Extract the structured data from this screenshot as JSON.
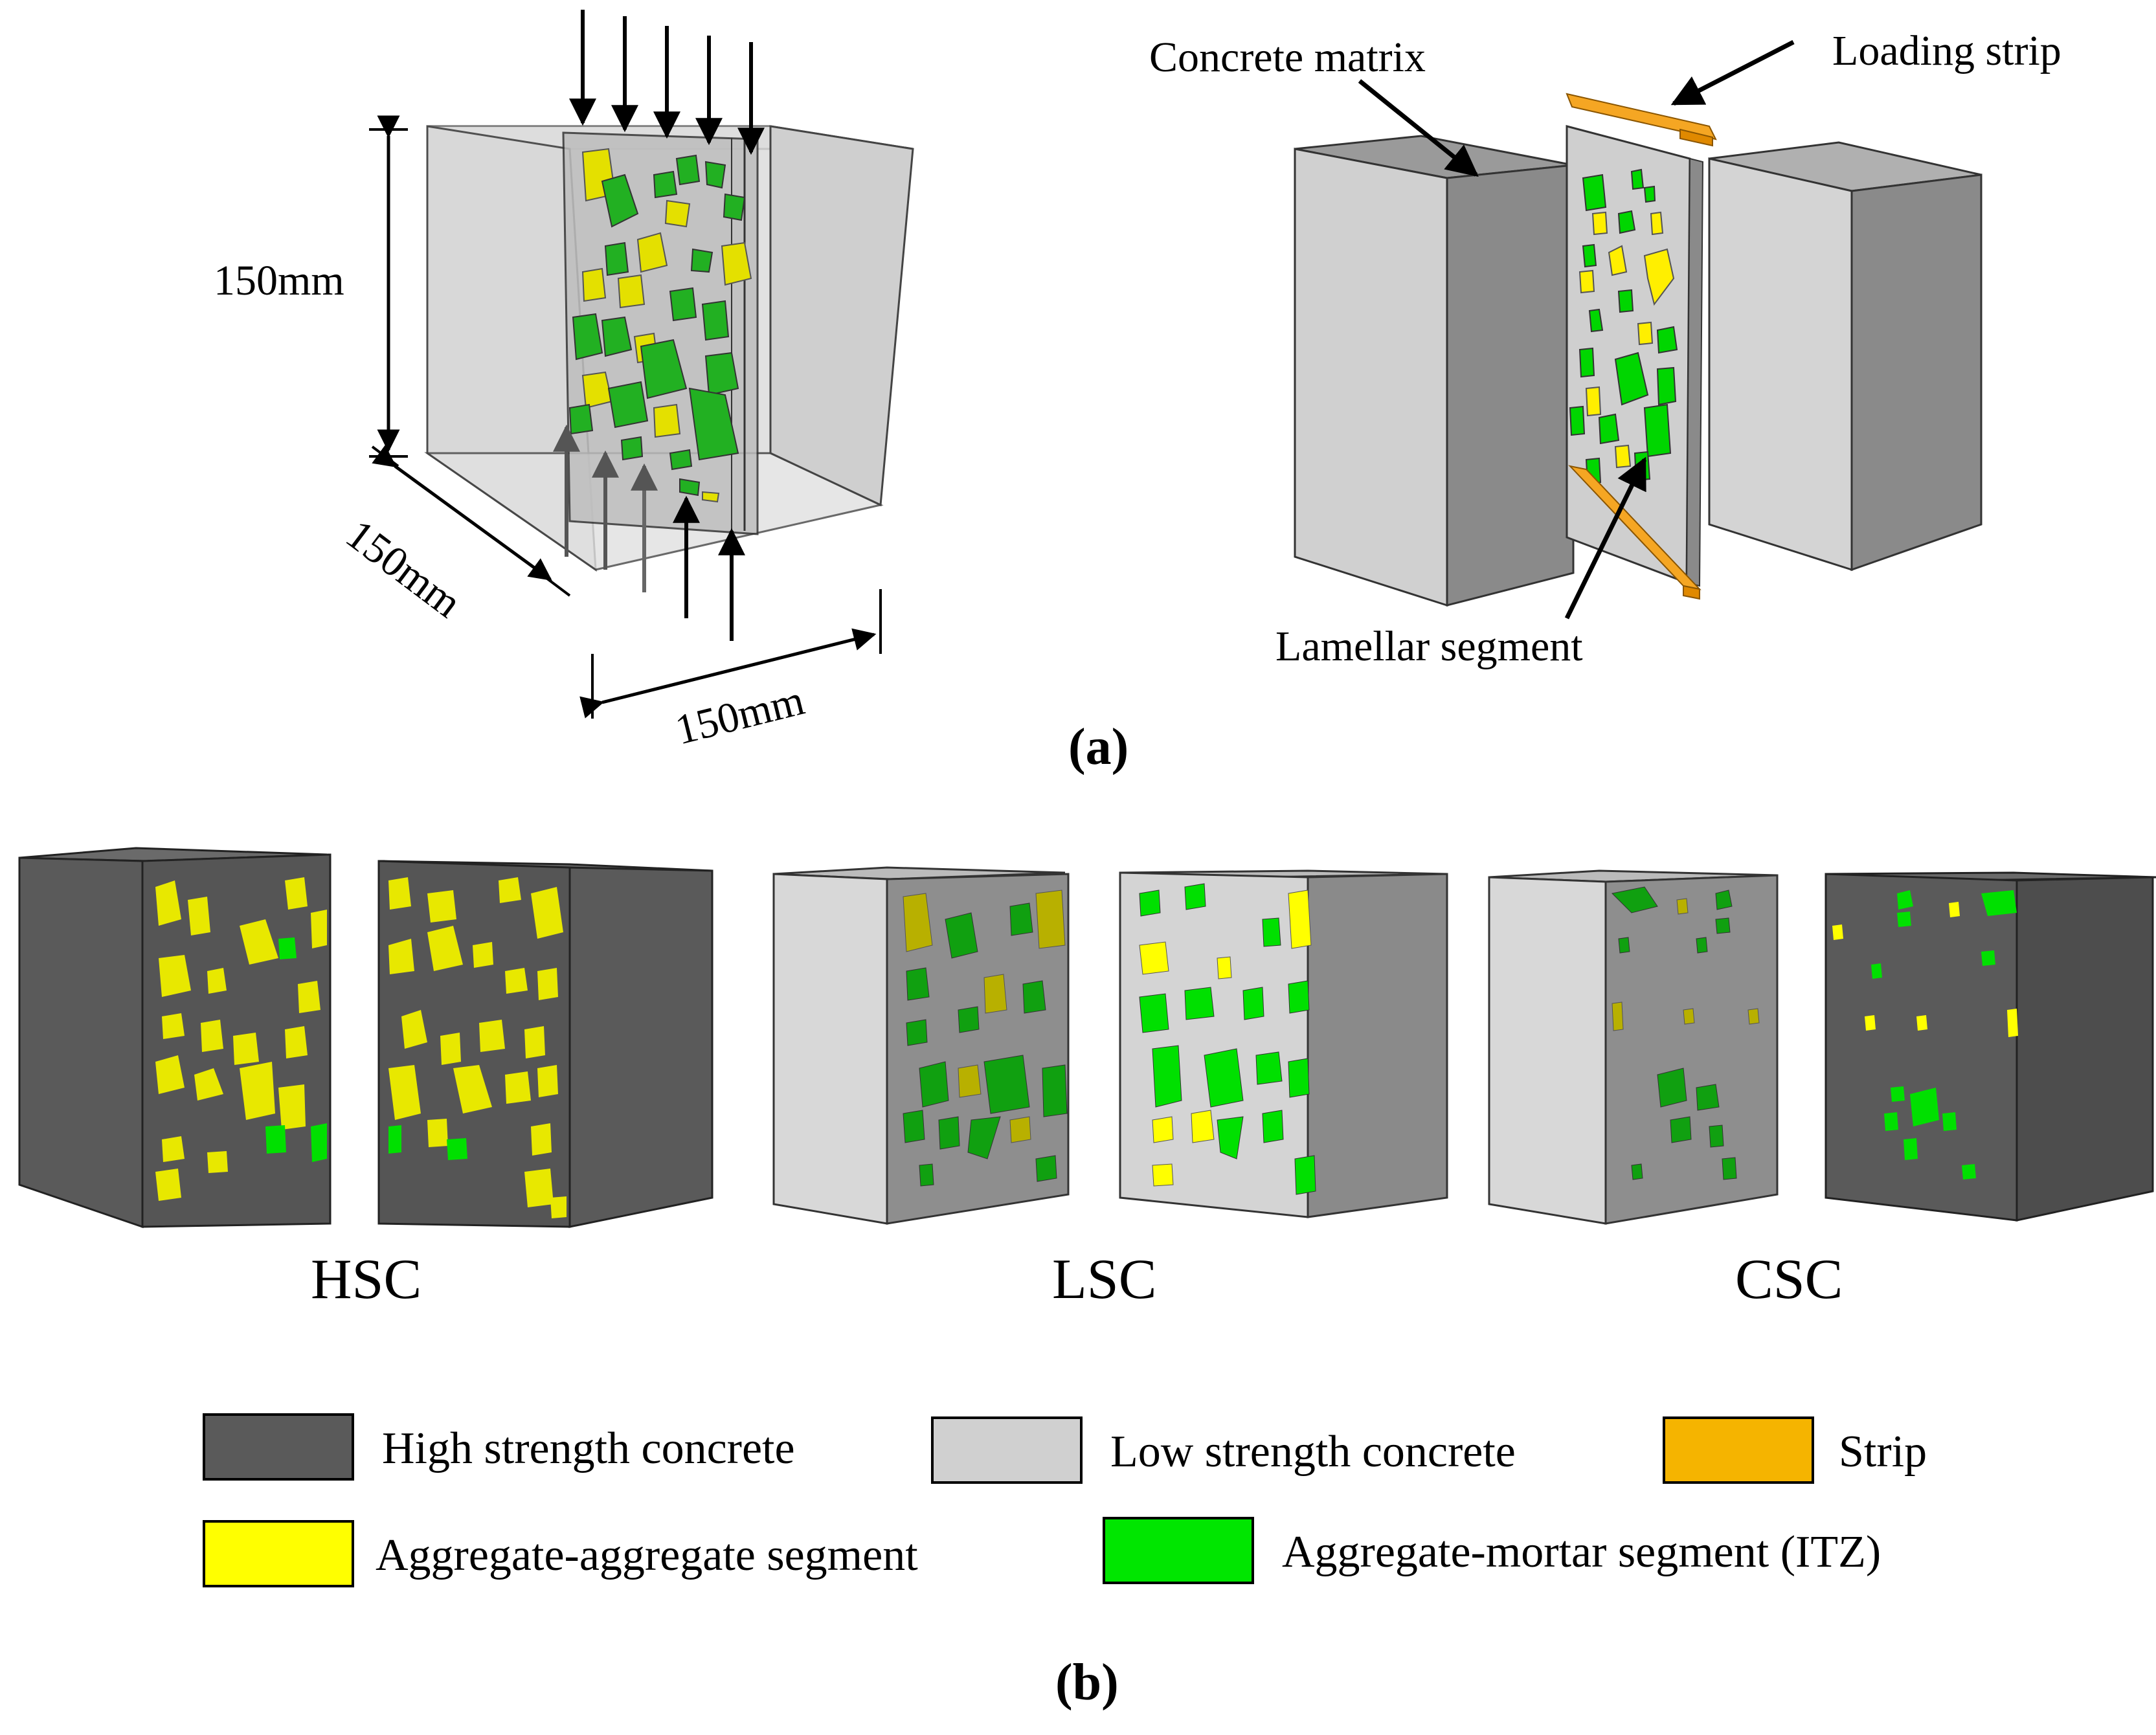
{
  "panel_a": {
    "label": "(a)",
    "dim_height": "150mm",
    "dim_depth": "150mm",
    "dim_width": "150mm",
    "callouts": {
      "concrete_matrix": "Concrete matrix",
      "loading_strip": "Loading strip",
      "lamellar_segment": "Lamellar segment"
    }
  },
  "panel_b": {
    "label": "(b)",
    "specimens": [
      {
        "name": "HSC"
      },
      {
        "name": "LSC"
      },
      {
        "name": "CSC"
      }
    ]
  },
  "legend": {
    "items": [
      {
        "label": "High strength concrete",
        "color": "#5a5a5a"
      },
      {
        "label": "Low strength concrete",
        "color": "#d0d0d0"
      },
      {
        "label": "Strip",
        "color": "#f5b400"
      },
      {
        "label": "Aggregate-aggregate segment",
        "color": "#ffff00"
      },
      {
        "label": "Aggregate-mortar segment (ITZ)",
        "color": "#00e600"
      }
    ]
  },
  "colors": {
    "high_strength": "#5a5a5a",
    "low_strength": "#d0d0d0",
    "strip": "#f5b400",
    "agg_agg": "#ffff00",
    "agg_mortar": "#00e600"
  }
}
